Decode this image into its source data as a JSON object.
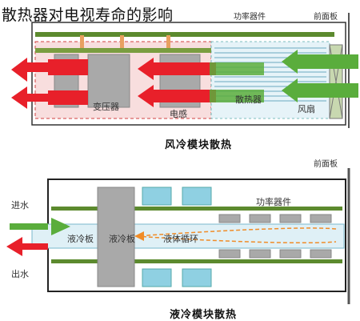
{
  "title": "散热器对电视寿命的影响",
  "top_diagram": {
    "front_panel_label": "前面板",
    "power_device_label": "功率器件",
    "transformer_label": "变压器",
    "capacitor_label": "电感",
    "heatsink_label": "散热器",
    "fan_label": "风扇",
    "caption": "风冷模块散热"
  },
  "bottom_diagram": {
    "front_panel_label": "前面板",
    "power_device_label": "功率器件",
    "inlet_label": "进水",
    "outlet_label": "出水",
    "cold_plate_label": "液冷板",
    "liquid_loop_label": "液体循环",
    "cold_plate_label_2": "液冷板",
    "caption": "液冷模块散热"
  },
  "colors": {
    "hot_arrow": "#e8202a",
    "cool_arrow": "#5aad3c",
    "hot_zone": "#f8dede",
    "frame_green": "#5c8a2e",
    "component_gray": "#a9a9a9",
    "chip_blue": "#8fd0e2",
    "liquid_plate": "#dff0f6",
    "loop_arrow": "#f08c28"
  }
}
